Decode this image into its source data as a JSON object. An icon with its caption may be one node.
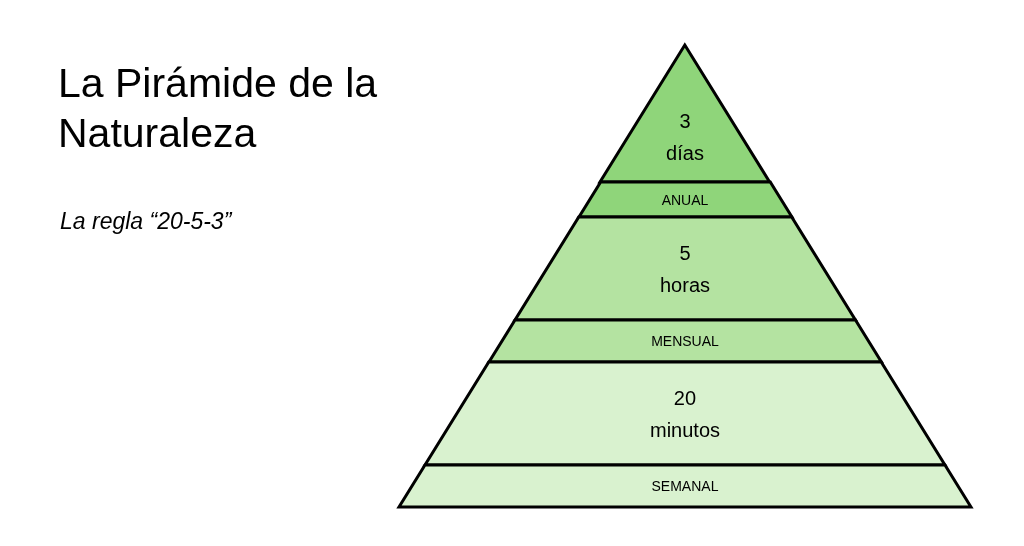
{
  "diagram": {
    "title": "La Pirámide de la Naturaleza",
    "nodes": [
      {
        "text": [
          "3 días"
        ]
      },
      {
        "text": [
          "ANUAL"
        ]
      },
      {
        "text": [
          "5 horas"
        ]
      },
      {
        "text": [
          "MENSUAL"
        ]
      },
      {
        "text": [
          "20 minutos"
        ]
      },
      {
        "text": [
          "SEMANAL"
        ]
      }
    ],
    "labels": [
      "La regla “20-5-3”"
    ]
  }
}
